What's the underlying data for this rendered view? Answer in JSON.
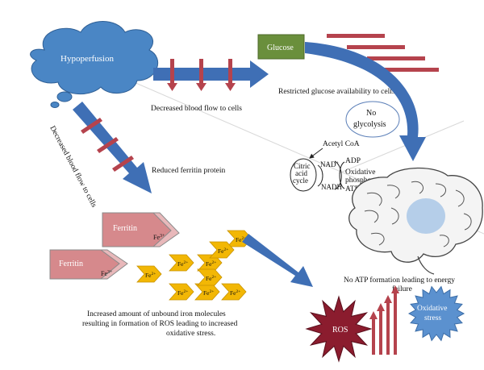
{
  "nodes": {
    "hypoperfusion": "Hypoperfusion",
    "glucose": "Glucose",
    "no_glycolysis_line1": "No",
    "no_glycolysis_line2": "glycolysis",
    "acetyl_coa": "Acetyl CoA",
    "citric_line1": "Citric",
    "citric_line2": "acid",
    "citric_line3": "cycle",
    "nad_plus": "NAD",
    "nad_plus_sup": "+",
    "nadh": "NADH",
    "adp": "ADP",
    "oxphos_line1": "Oxidative",
    "oxphos_line2": "phosphorylation",
    "atp": "ATP",
    "ferritin_top": "Ferritin",
    "ferritin_bottom": "Ferritin",
    "fe3": "Fe",
    "fe3_sup": "3+",
    "fe2": "Fe",
    "fe2_sup": "2+",
    "ros": "ROS",
    "oxidative_stress_line1": "Oxidative",
    "oxidative_stress_line2": "stress"
  },
  "captions": {
    "decreased_blood_flow": "Decreased blood flow to cells",
    "decreased_blood_flow_diag": "Decreased blood flow to cells",
    "restricted_glucose": "Restricted glucose availability to cells",
    "reduced_ferritin": "Reduced ferritin protein",
    "no_atp_line1": "No ATP formation leading to energy",
    "no_atp_line2": "failure",
    "iron_line1": "Increased amount of unbound iron molecules",
    "iron_line2": "resulting in formation of ROS leading to increased",
    "iron_line3": "oxidative stress."
  },
  "colors": {
    "cloud": "#4a86c5",
    "arrow_blue": "#3f6fb5",
    "red_bar": "#b5434d",
    "glucose_box": "#6a8f3c",
    "ferritin": "#d6898c",
    "fe_chevron": "#f2b705",
    "ros": "#8b1c2e",
    "stress_star": "#5b91cf",
    "brain_highlight": "#a9c7e6"
  }
}
